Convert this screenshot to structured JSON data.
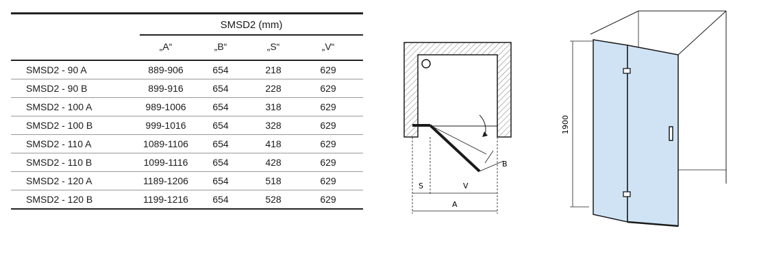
{
  "table": {
    "group_header": "SMSD2  (mm)",
    "columns": [
      "„A“",
      "„B“",
      "„S“",
      "„V“"
    ],
    "rows": [
      [
        "SMSD2 - 90 A",
        "889-906",
        "654",
        "218",
        "629"
      ],
      [
        "SMSD2 - 90 B",
        "899-916",
        "654",
        "228",
        "629"
      ],
      [
        "SMSD2 - 100 A",
        "989-1006",
        "654",
        "318",
        "629"
      ],
      [
        "SMSD2 - 100 B",
        "999-1016",
        "654",
        "328",
        "629"
      ],
      [
        "SMSD2 - 110 A",
        "1089-1106",
        "654",
        "418",
        "629"
      ],
      [
        "SMSD2 - 110 B",
        "1099-1116",
        "654",
        "428",
        "629"
      ],
      [
        "SMSD2 - 120 A",
        "1189-1206",
        "654",
        "518",
        "629"
      ],
      [
        "SMSD2 - 120 B",
        "1199-1216",
        "654",
        "528",
        "629"
      ]
    ]
  },
  "plan_diagram": {
    "label_b": "B",
    "label_s": "S",
    "label_v": "V",
    "label_a": "A"
  },
  "perspective_diagram": {
    "height_label": "1900"
  },
  "colors": {
    "glass": "#cfe3f5",
    "hatch": "#777777",
    "line": "#1a1a1a"
  }
}
